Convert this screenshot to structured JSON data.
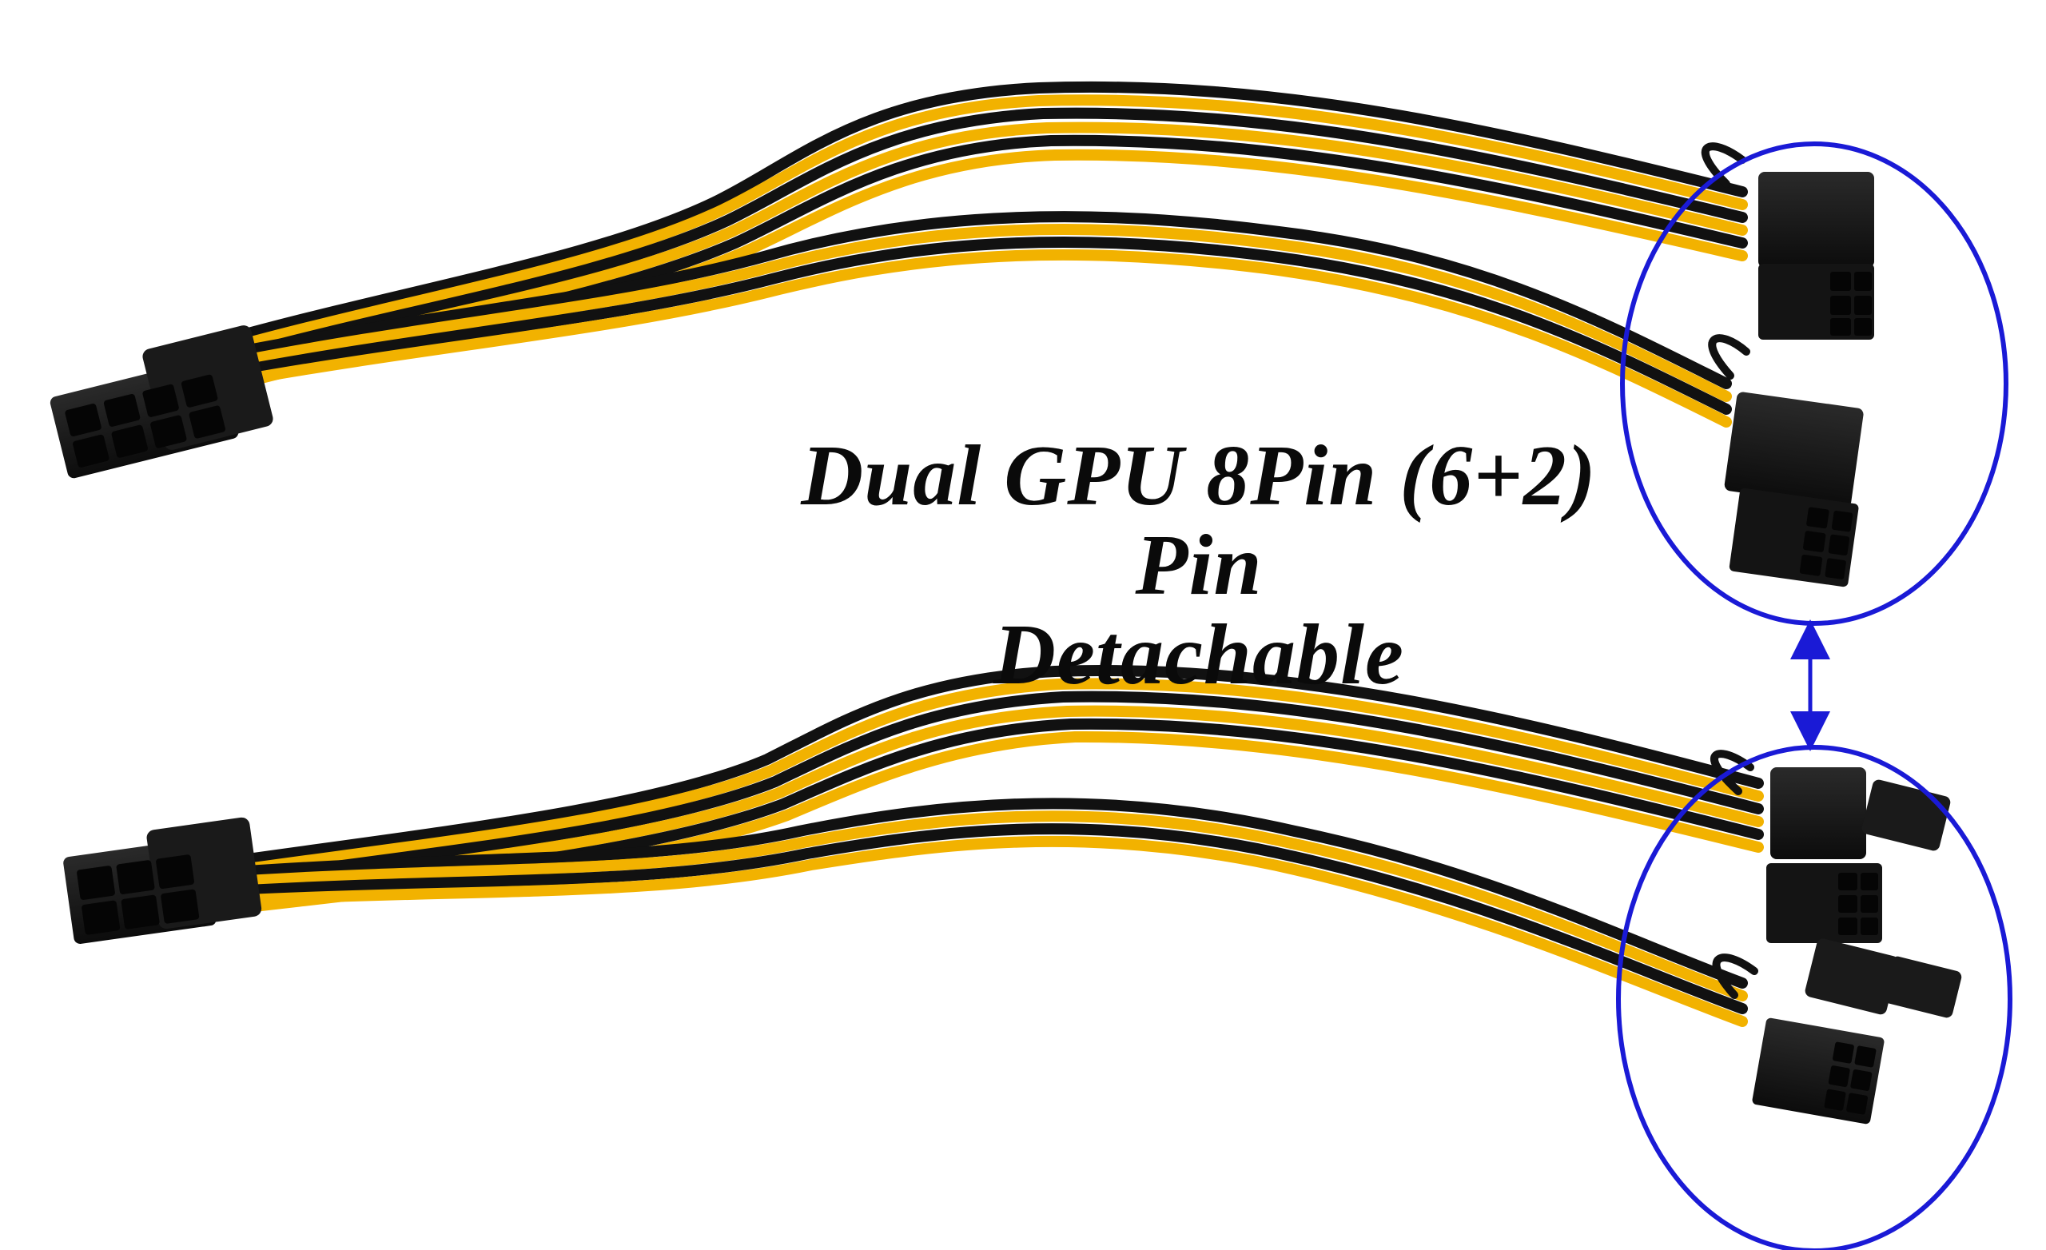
{
  "caption": {
    "line1": "Dual GPU 8Pin (6+2) Pin",
    "line2": "Detachable"
  },
  "colors": {
    "background": "#ffffff",
    "wire_yellow": "#f2b200",
    "wire_black": "#111111",
    "connector": "#141414",
    "annotation_blue": "#1a1ad6",
    "text": "#0a0a0a"
  },
  "icons": [
    "cable-assembly",
    "8-pin-connector",
    "6-pin-connector",
    "6+2-pin-connector",
    "double-arrow-icon",
    "highlight-ellipse"
  ]
}
